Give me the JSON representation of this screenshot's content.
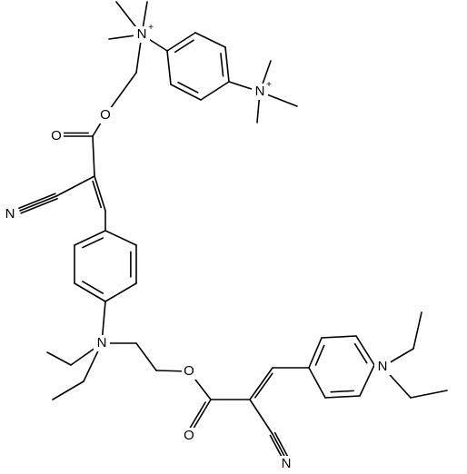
{
  "structure": {
    "atom_labels": {
      "n1": "N",
      "n2": "N",
      "o1": "O",
      "o2": "O",
      "n3": "N",
      "n4": "N",
      "o3": "O",
      "o4": "O",
      "n5": "N",
      "n6": "N"
    },
    "charge_labels": {
      "n1": "+",
      "n2": "+"
    }
  }
}
